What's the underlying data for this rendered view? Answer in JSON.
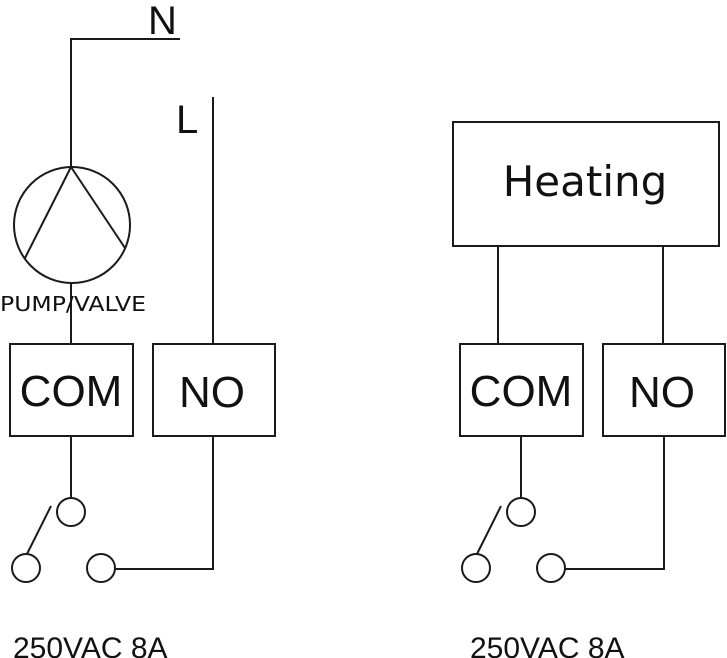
{
  "diagrams": [
    {
      "id": "pump-valve",
      "supply_labels": {
        "neutral": "N",
        "live": "L"
      },
      "load_label": "PUMP/VALVE",
      "terminals": {
        "com": "COM",
        "no": "NO"
      },
      "rating": "250VAC 8A"
    },
    {
      "id": "heating",
      "load_label": "Heating",
      "terminals": {
        "com": "COM",
        "no": "NO"
      },
      "rating": "250VAC 8A"
    }
  ],
  "colors": {
    "line": "#1a1a1a",
    "background": "#ffffff"
  }
}
